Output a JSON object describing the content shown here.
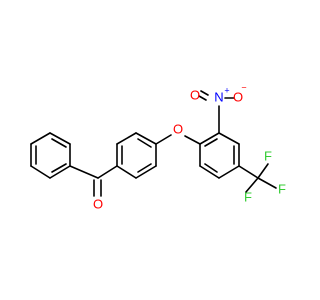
{
  "colors": {
    "bond": "#000000",
    "oxygen": "#ff0000",
    "nitrogen": "#0000ff",
    "fluorine": "#33cc33"
  },
  "atoms": {
    "carbonyl_oxygen": "O",
    "ether_oxygen": "O",
    "nitro_nitrogen": "N",
    "nitro_nitrogen_charge": "+",
    "nitro_oxygen": "O",
    "nitro_oxygen_charge": "−",
    "fluorine_1": "F",
    "fluorine_2": "F",
    "fluorine_3": "F"
  }
}
